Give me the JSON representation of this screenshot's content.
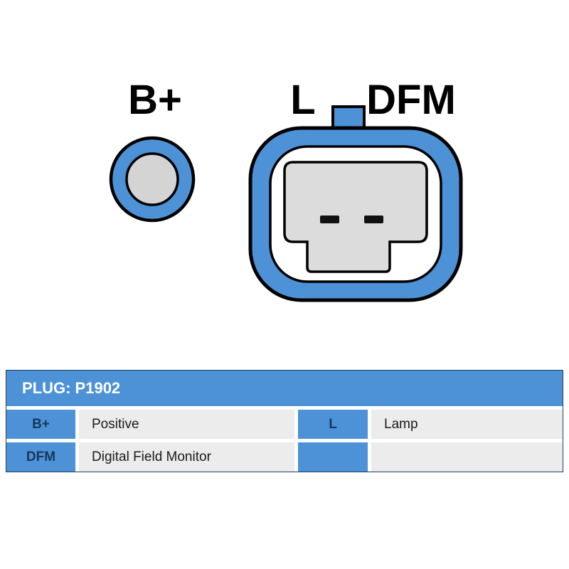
{
  "diagram": {
    "label_bplus": "B+",
    "label_l": "L",
    "label_dfm": "DFM"
  },
  "table": {
    "title": "PLUG: P1902",
    "rows": [
      {
        "c0": "B+",
        "c1": "Positive",
        "c2": "L",
        "c3": "Lamp"
      },
      {
        "c0": "DFM",
        "c1": "Digital Field Monitor",
        "c2": "",
        "c3": ""
      }
    ]
  },
  "colors": {
    "accent_blue": "#4d92d6",
    "label_navy": "#17365d",
    "cell_gray": "#ececec",
    "connector_gray": "#dcdcdc",
    "outline_black": "#000000"
  }
}
